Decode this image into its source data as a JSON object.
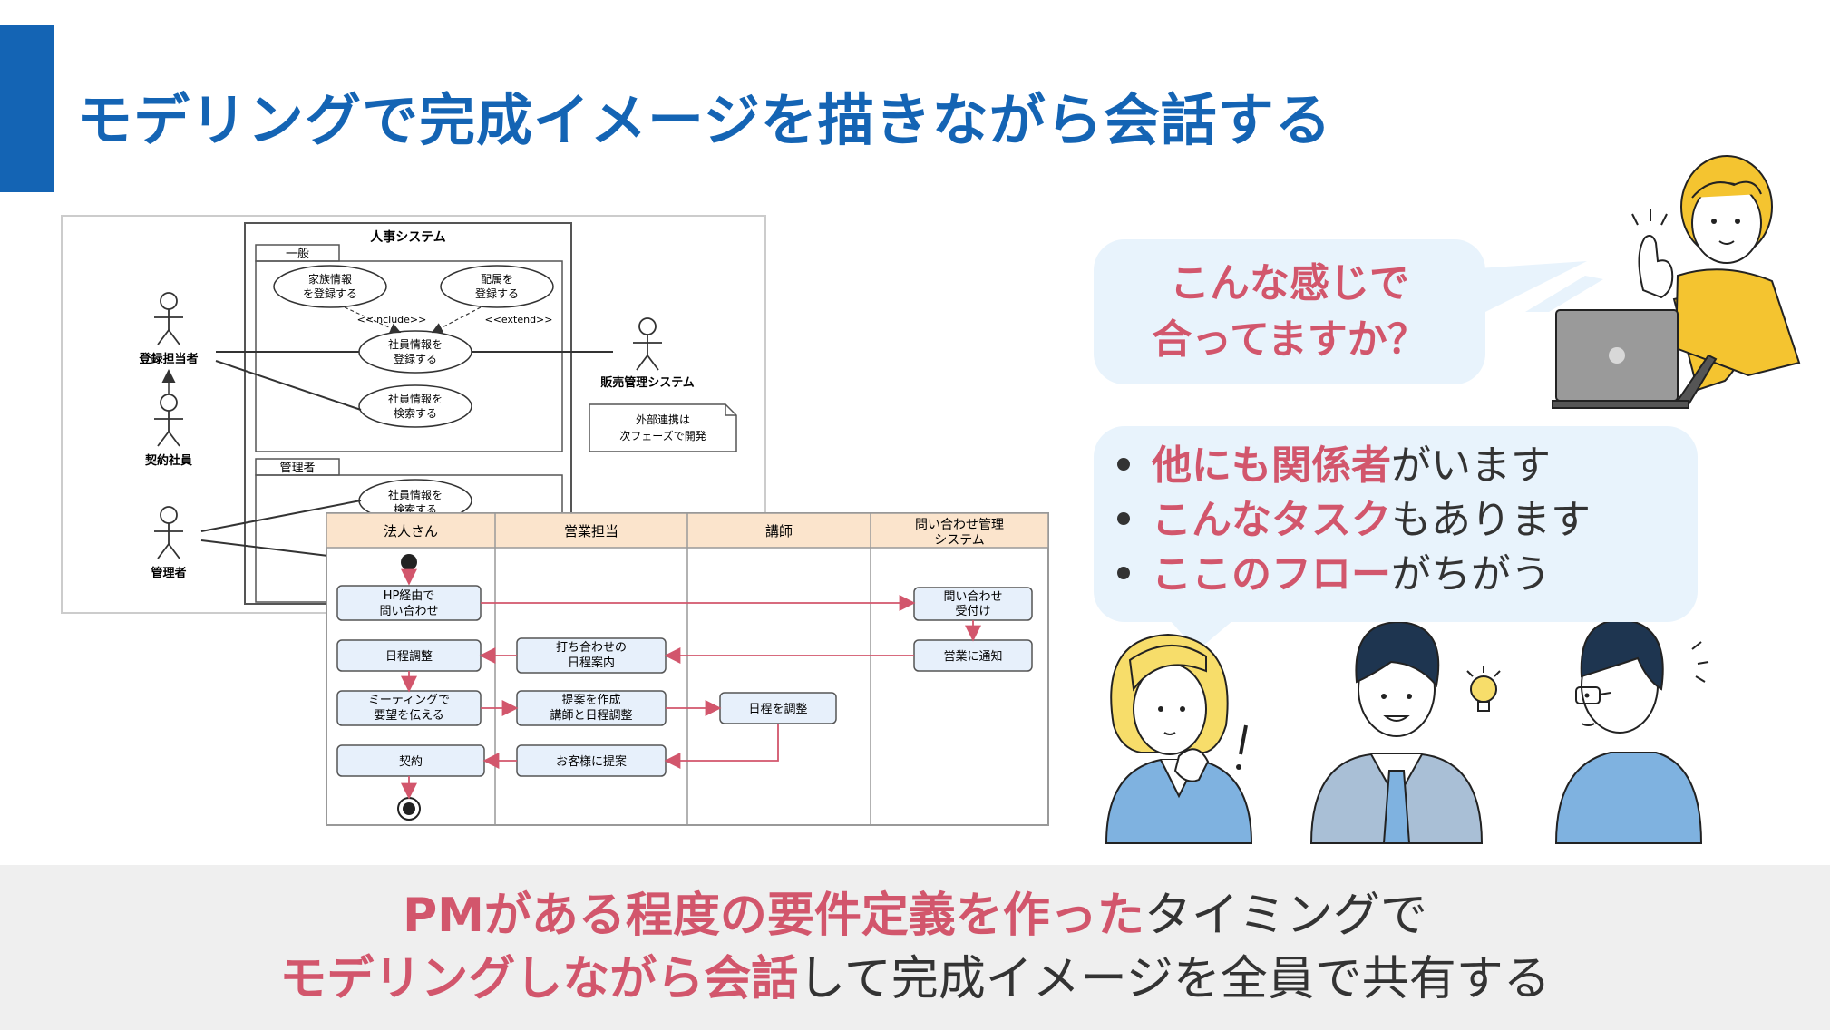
{
  "title": "モデリングで完成イメージを描きながら会話する",
  "usecase": {
    "system_title": "人事システム",
    "pkg_general": "一般",
    "pkg_admin": "管理者",
    "uc_family": [
      "家族情報",
      "を登録する"
    ],
    "uc_assign": [
      "配属を",
      "登録する"
    ],
    "uc_register": [
      "社員情報を",
      "登録する"
    ],
    "uc_search": [
      "社員情報を",
      "検索する"
    ],
    "uc_admin_search": [
      "社員情報を",
      "検索する"
    ],
    "include": "<<include>>",
    "extend": "<<extend>>",
    "actor_registrar": "登録担当者",
    "actor_contract": "契約社員",
    "actor_admin": "管理者",
    "actor_sales": "販売管理システム",
    "note": [
      "外部連携は",
      "次フェーズで開発"
    ]
  },
  "activity": {
    "lanes": [
      "法人さん",
      "営業担当",
      "講師",
      "問い合わせ管理",
      "システム"
    ],
    "act_hp": [
      "HP経由で",
      "問い合わせ"
    ],
    "act_receive": [
      "問い合わせ",
      "受付け"
    ],
    "act_notify": "営業に通知",
    "act_schedule": "日程調整",
    "act_meeting_guide": [
      "打ち合わせの",
      "日程案内"
    ],
    "act_requirements": [
      "ミーティングで",
      "要望を伝える"
    ],
    "act_proposal": [
      "提案を作成",
      "講師と日程調整"
    ],
    "act_adjust": "日程を調整",
    "act_contract": "契約",
    "act_propose": "お客様に提案"
  },
  "bubble1": [
    "こんな感じで",
    "合ってますか？"
  ],
  "bubble2": [
    {
      "em": "他にも関係者",
      "rest": "がいます"
    },
    {
      "em": "こんなタスク",
      "rest": "もあります"
    },
    {
      "em": "ここのフロー",
      "rest": "がちがう"
    }
  ],
  "footer": {
    "line1_em": "PMがある程度の要件定義を作った",
    "line1_rest": "タイミングで",
    "line2_em": "モデリングしながら会話",
    "line2_rest": "して完成イメージを全員で共有する"
  },
  "colors": {
    "accent": "#1464b4",
    "emphasis": "#d2566c",
    "bubble": "#e8f3fc",
    "lane_header": "#fbe4cc",
    "activity_box": "#e7f0fb",
    "flow_line": "#d2566c",
    "footer_bg": "#efefef"
  }
}
